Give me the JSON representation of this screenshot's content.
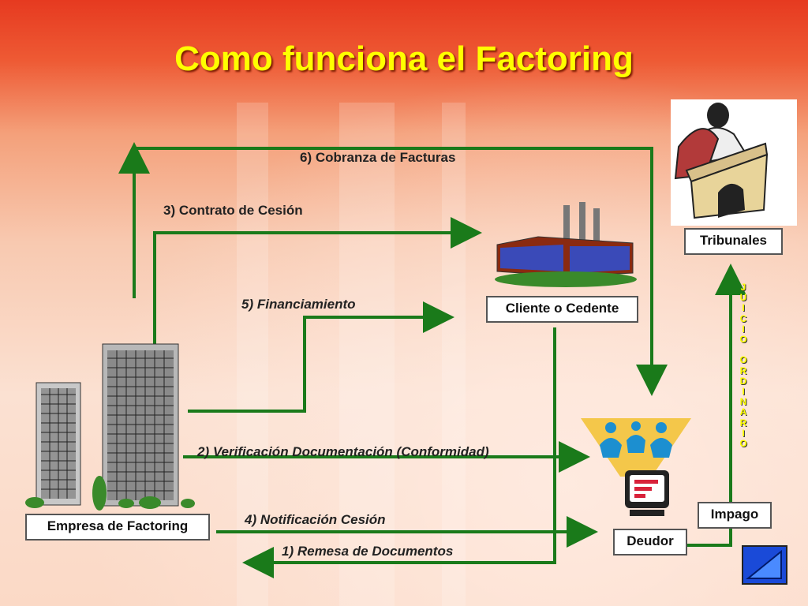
{
  "title": "Como funciona el Factoring",
  "flows": {
    "cobranza": "6) Cobranza de Facturas",
    "contrato": "3) Contrato de Cesión",
    "financiamiento": "5) Financiamiento",
    "verificacion": "2) Verificación Documentación (Conformidad)",
    "notificacion": "4) Notificación  Cesión",
    "remesa": "1) Remesa de Documentos"
  },
  "nodes": {
    "empresa": "Empresa de Factoring",
    "cliente": "Cliente o Cedente",
    "deudor": "Deudor",
    "tribunales": "Tribunales",
    "impago": "Impago"
  },
  "vertical_label": "J\nU\nI\nC\nI\nO\n\nO\nR\nD\nI\nN\nA\nR\nI\nO",
  "colors": {
    "arrow": "#1a7a1a",
    "title": "#ffff00"
  },
  "icons": [
    "office-buildings-icon",
    "factory-icon",
    "judge-icon",
    "people-computer-icon",
    "nav-back-icon"
  ]
}
